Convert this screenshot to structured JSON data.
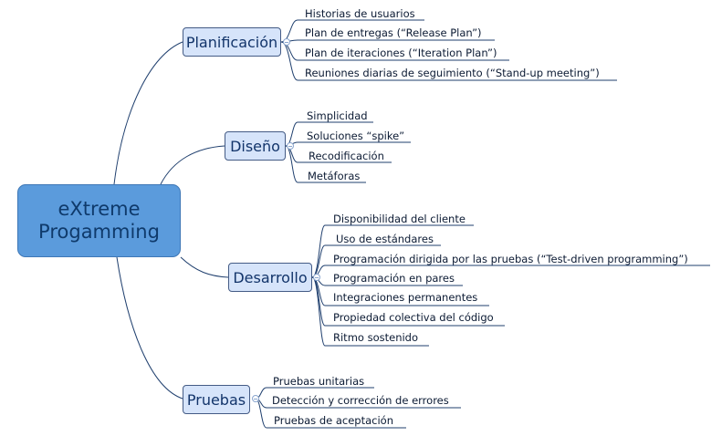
{
  "central": {
    "line1": "eXtreme",
    "line2": "Progamming"
  },
  "branches": {
    "planificacion": {
      "label": "Planificación",
      "items": [
        "Historias de usuarios",
        "Plan de entregas (“Release Plan”)",
        "Plan de iteraciones (“Iteration Plan”)",
        "Reuniones diarias de seguimiento (“Stand-up meeting”)"
      ]
    },
    "diseno": {
      "label": "Diseño",
      "items": [
        "Simplicidad",
        "Soluciones “spike”",
        "Recodificación",
        "Metáforas"
      ]
    },
    "desarrollo": {
      "label": "Desarrollo",
      "items": [
        "Disponibilidad del cliente",
        "Uso de estándares",
        "Programación dirigida por las pruebas (“Test-driven programming”)",
        "Programación en pares",
        "Integraciones permanentes",
        "Propiedad colectiva del código",
        "Ritmo sostenido"
      ]
    },
    "pruebas": {
      "label": "Pruebas",
      "items": [
        "Pruebas unitarias",
        "Detección y corrección de errores",
        "Pruebas de aceptación"
      ]
    }
  },
  "colors": {
    "central_fill": "#5b9bdc",
    "topic_fill": "#d6e4fa",
    "line": "#1f3f6e"
  }
}
